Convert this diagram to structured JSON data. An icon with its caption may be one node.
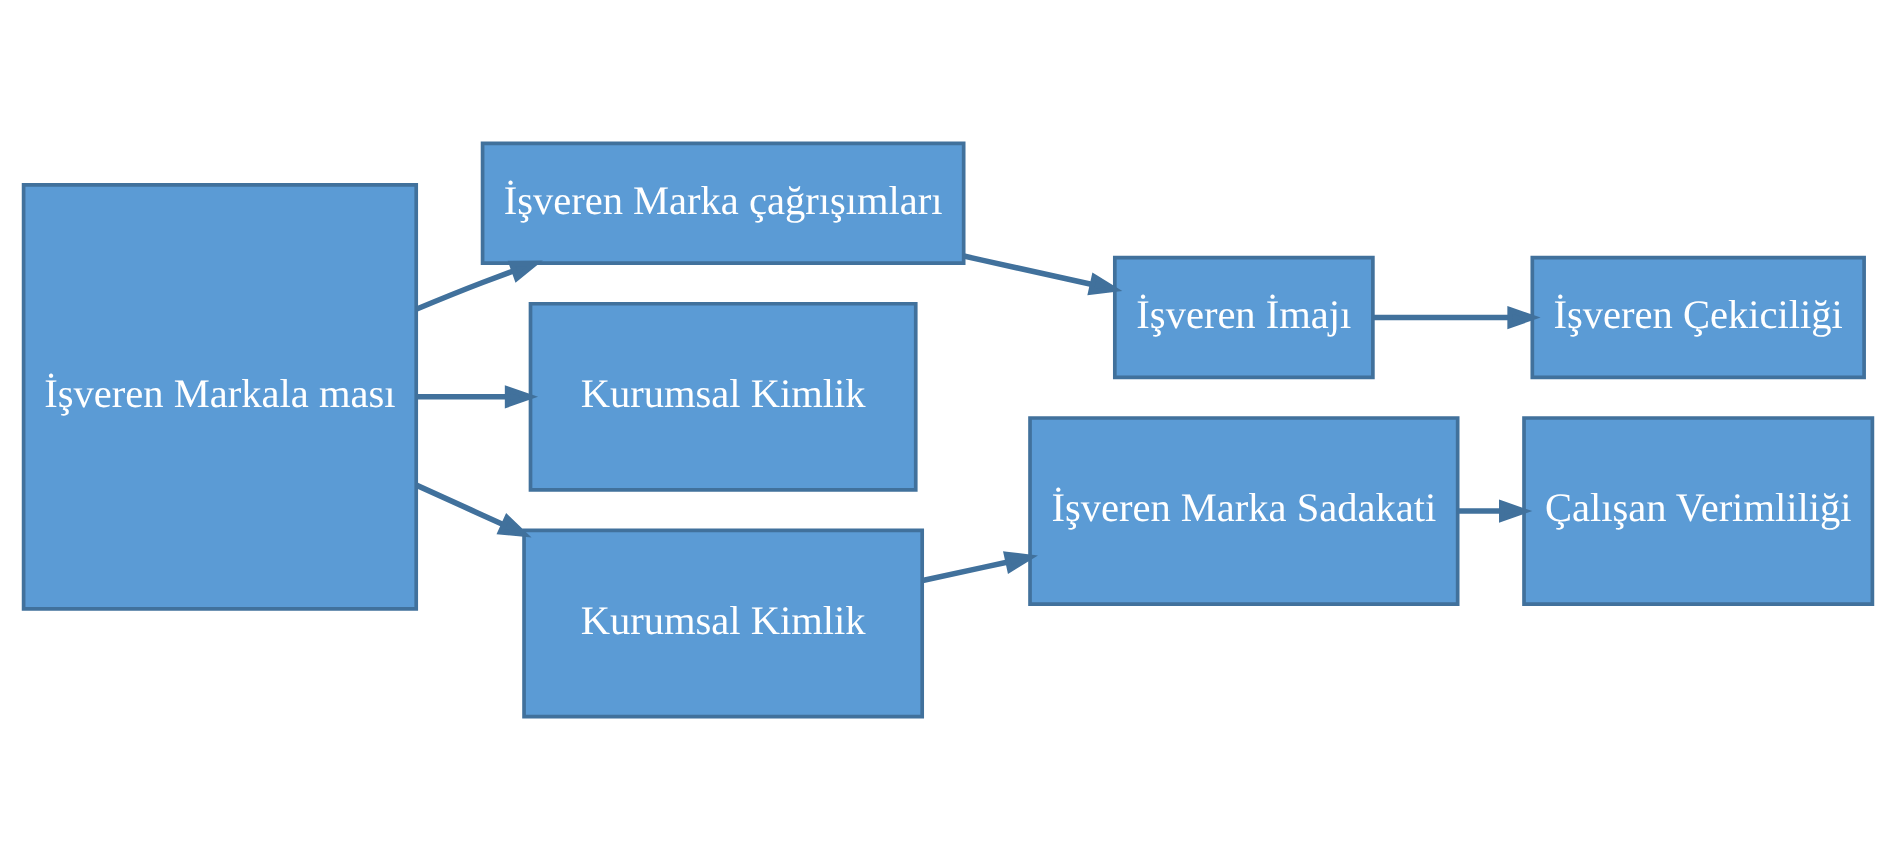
{
  "diagram": {
    "nodes": [
      {
        "text": [
          "İşveren Markala ması"
        ]
      },
      {
        "text": [
          "İşveren Marka çağrışımları"
        ]
      },
      {
        "text": [
          "İşveren İmajı"
        ]
      },
      {
        "text": [
          "İşveren Çekiciliği"
        ]
      },
      {
        "text": [
          "Kurumsal Kimlik"
        ]
      },
      {
        "text": [
          "Kurumsal Kimlik"
        ]
      },
      {
        "text": [
          "İşveren Marka Sadakati"
        ]
      },
      {
        "text": [
          "Çalışan Verimliliği"
        ]
      }
    ],
    "edges": [
      {
        "from": 0,
        "to": 1,
        "arrow": "to"
      },
      {
        "from": 1,
        "to": 2,
        "arrow": "to"
      },
      {
        "from": 2,
        "to": 3,
        "arrow": "to"
      },
      {
        "from": 0,
        "to": 4,
        "arrow": "to"
      },
      {
        "from": 0,
        "to": 5,
        "arrow": "to"
      },
      {
        "from": 5,
        "to": 6,
        "arrow": "to"
      },
      {
        "from": 6,
        "to": 7,
        "arrow": "to"
      }
    ]
  }
}
